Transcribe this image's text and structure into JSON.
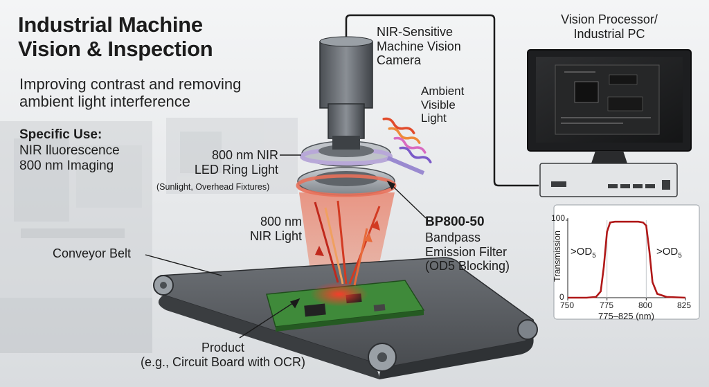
{
  "title": "Industrial Machine\nVision & Inspection",
  "subtitle": "Improving contrast and removing\nambient light interference",
  "specific_use": {
    "heading": "Specific Use:",
    "items": "NIR lluorescence\n800 nm Imaging"
  },
  "labels": {
    "camera": "NIR-Sensitive\nMachine Vision\nCamera",
    "processor": "Vision Processor/\nIndustrial PC",
    "ambient": "Ambient\nVisible\nLight",
    "ring_light": "800 nm NIR\nLED Ring Light",
    "ring_light_note": "(Sunlight, Overhead Fixtures)",
    "nir_light": "800 nm\nNIR Light",
    "filter_name": "BP800-50",
    "filter_desc": "Bandpass\nEmission Filter\n(OD5 Blocking)",
    "conveyor": "Conveyor Belt",
    "product": "Product\n(e.g., Circuit Board with OCR)"
  },
  "colors": {
    "nir_red": "#e0402a",
    "curve_red": "#b01818",
    "ring_purple": "#b8a8d8",
    "belt": "#5a5e62",
    "pcb_green": "#3f8a3a"
  },
  "chart_data": {
    "type": "line",
    "xlabel": "775–825 (nm)",
    "ylabel": "Transmission",
    "xlim": [
      750,
      825
    ],
    "ylim": [
      0,
      100
    ],
    "x_ticks": [
      "750",
      "775",
      "800",
      "825"
    ],
    "y_ticks": [
      "0",
      "100"
    ],
    "annotations": {
      "left": ">OD",
      "right": ">OD",
      "sub": "5"
    },
    "series": [
      {
        "x": [
          750,
          762,
          768,
          771,
          773,
          775,
          777,
          780,
          790,
          795,
          798,
          800,
          802,
          804,
          807,
          813,
          825
        ],
        "y": [
          0,
          0,
          1,
          8,
          40,
          85,
          97,
          98,
          98,
          98,
          97,
          93,
          60,
          20,
          5,
          1,
          0
        ]
      }
    ]
  }
}
